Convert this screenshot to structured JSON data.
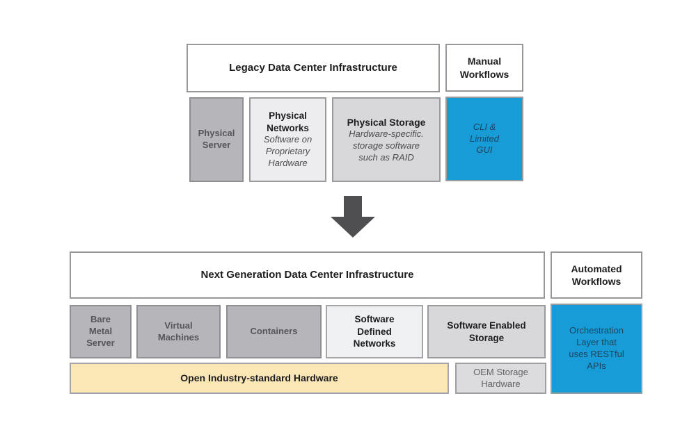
{
  "colors": {
    "accent_cyan": "#189cd8",
    "cream": "#fbe6b6",
    "gray_fill": "#b6b5b9",
    "light_gray_fill": "#ededef",
    "mid_gray_fill": "#d8d8da",
    "arrow_gray": "#4f4f51",
    "navy_text_on_cyan": "#1f455c"
  },
  "legacy": {
    "header": "Legacy Data Center Infrastructure",
    "workflow": "Manual\nWorkflows",
    "physical_server": "Physical\nServer",
    "physical_networks": {
      "title": "Physical\nNetworks",
      "subtitle": "Software on\nProprietary\nHardware"
    },
    "physical_storage": {
      "title": "Physical Storage",
      "subtitle": "Hardware-specific.\nstorage software\nsuch as RAID"
    },
    "cli": "CLI &\nLimited\nGUI"
  },
  "nextgen": {
    "header": "Next Generation Data Center Infrastructure",
    "workflow": "Automated\nWorkflows",
    "bare_metal": "Bare\nMetal\nServer",
    "virtual_machines": "Virtual\nMachines",
    "containers": "Containers",
    "software_defined_networks": "Software\nDefined\nNetworks",
    "software_enabled_storage": "Software Enabled\nStorage",
    "orchestration": "Orchestration\nLayer that\nuses RESTful\nAPIs",
    "open_hardware": "Open Industry-standard Hardware",
    "oem": "OEM Storage\nHardware"
  }
}
